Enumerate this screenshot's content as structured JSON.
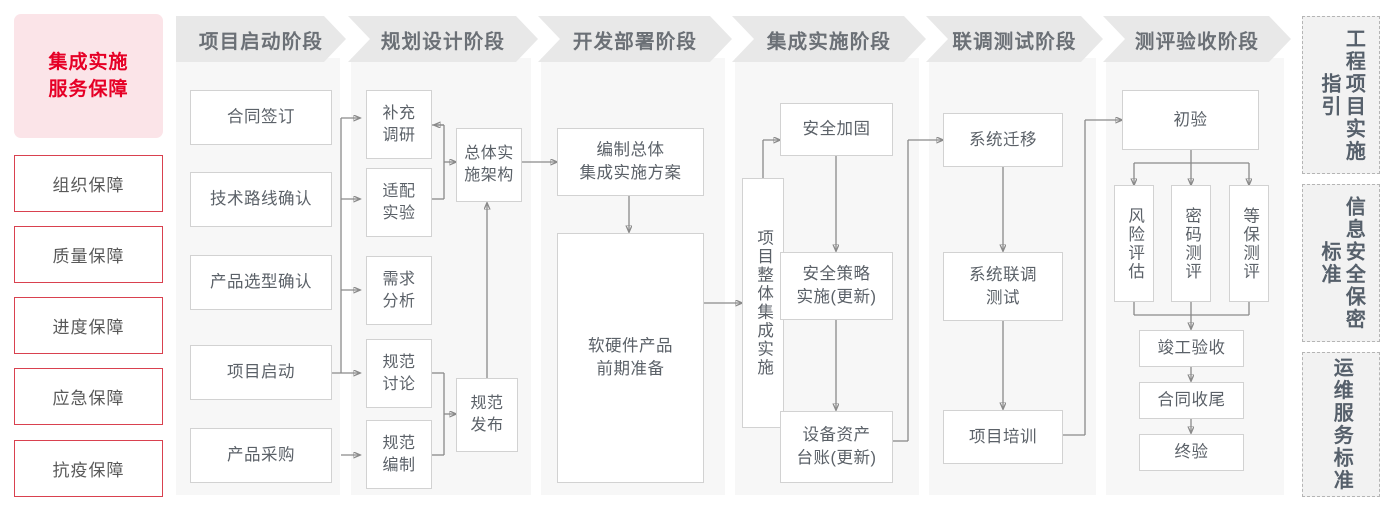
{
  "guarantee": {
    "title_lines": [
      "集成实施",
      "服务保障"
    ],
    "title_color": "#e60026",
    "bg_color": "#fbe4e8",
    "border_color": "#d9414f",
    "items": [
      {
        "label": "组织保障"
      },
      {
        "label": "质量保障"
      },
      {
        "label": "进度保障"
      },
      {
        "label": "应急保障"
      },
      {
        "label": "抗疫保障"
      }
    ]
  },
  "phases": [
    {
      "id": "startup",
      "title": "项目启动阶段"
    },
    {
      "id": "planning",
      "title": "规划设计阶段"
    },
    {
      "id": "development",
      "title": "开发部署阶段"
    },
    {
      "id": "integration",
      "title": "集成实施阶段"
    },
    {
      "id": "joint_test",
      "title": "联调测试阶段"
    },
    {
      "id": "acceptance",
      "title": "测评验收阶段"
    }
  ],
  "nodes": {
    "startup": [
      {
        "label": "合同签订"
      },
      {
        "label": "技术路线确认"
      },
      {
        "label": "产品选型确认"
      },
      {
        "label": "项目启动"
      },
      {
        "label": "产品采购"
      }
    ],
    "planning": [
      {
        "label": "补充\n调研"
      },
      {
        "label": "适配\n实验"
      },
      {
        "label": "需求\n分析"
      },
      {
        "label": "规范\n讨论"
      },
      {
        "label": "规范\n编制"
      },
      {
        "label": "总体实\n施架构"
      },
      {
        "label": "规范\n发布"
      }
    ],
    "development": [
      {
        "label": "编制总体\n集成实施方案"
      },
      {
        "label": "软硬件产品\n前期准备"
      }
    ],
    "integration": [
      {
        "label": "项目整体集成实施"
      },
      {
        "label": "安全加固"
      },
      {
        "label": "安全策略\n实施(更新)"
      },
      {
        "label": "设备资产\n台账(更新)"
      }
    ],
    "joint_test": [
      {
        "label": "系统迁移"
      },
      {
        "label": "系统联调\n测试"
      },
      {
        "label": "项目培训"
      }
    ],
    "acceptance": [
      {
        "label": "初验"
      },
      {
        "label": "风险评估"
      },
      {
        "label": "密码测评"
      },
      {
        "label": "等保测评"
      },
      {
        "label": "竣工验收"
      },
      {
        "label": "合同收尾"
      },
      {
        "label": "终验"
      }
    ]
  },
  "standards": [
    {
      "label": "工程项目实施指引"
    },
    {
      "label": "信息安全保密标准"
    },
    {
      "label": "运维服务标准"
    }
  ],
  "colors": {
    "panel_bg": "#f7f7f7",
    "header_bg": "#e8e8e8",
    "header_text": "#6b7076",
    "node_border": "#d2d2d2",
    "node_text": "#5b6168",
    "wire": "#8a8a8a",
    "accent_red": "#e60026"
  }
}
